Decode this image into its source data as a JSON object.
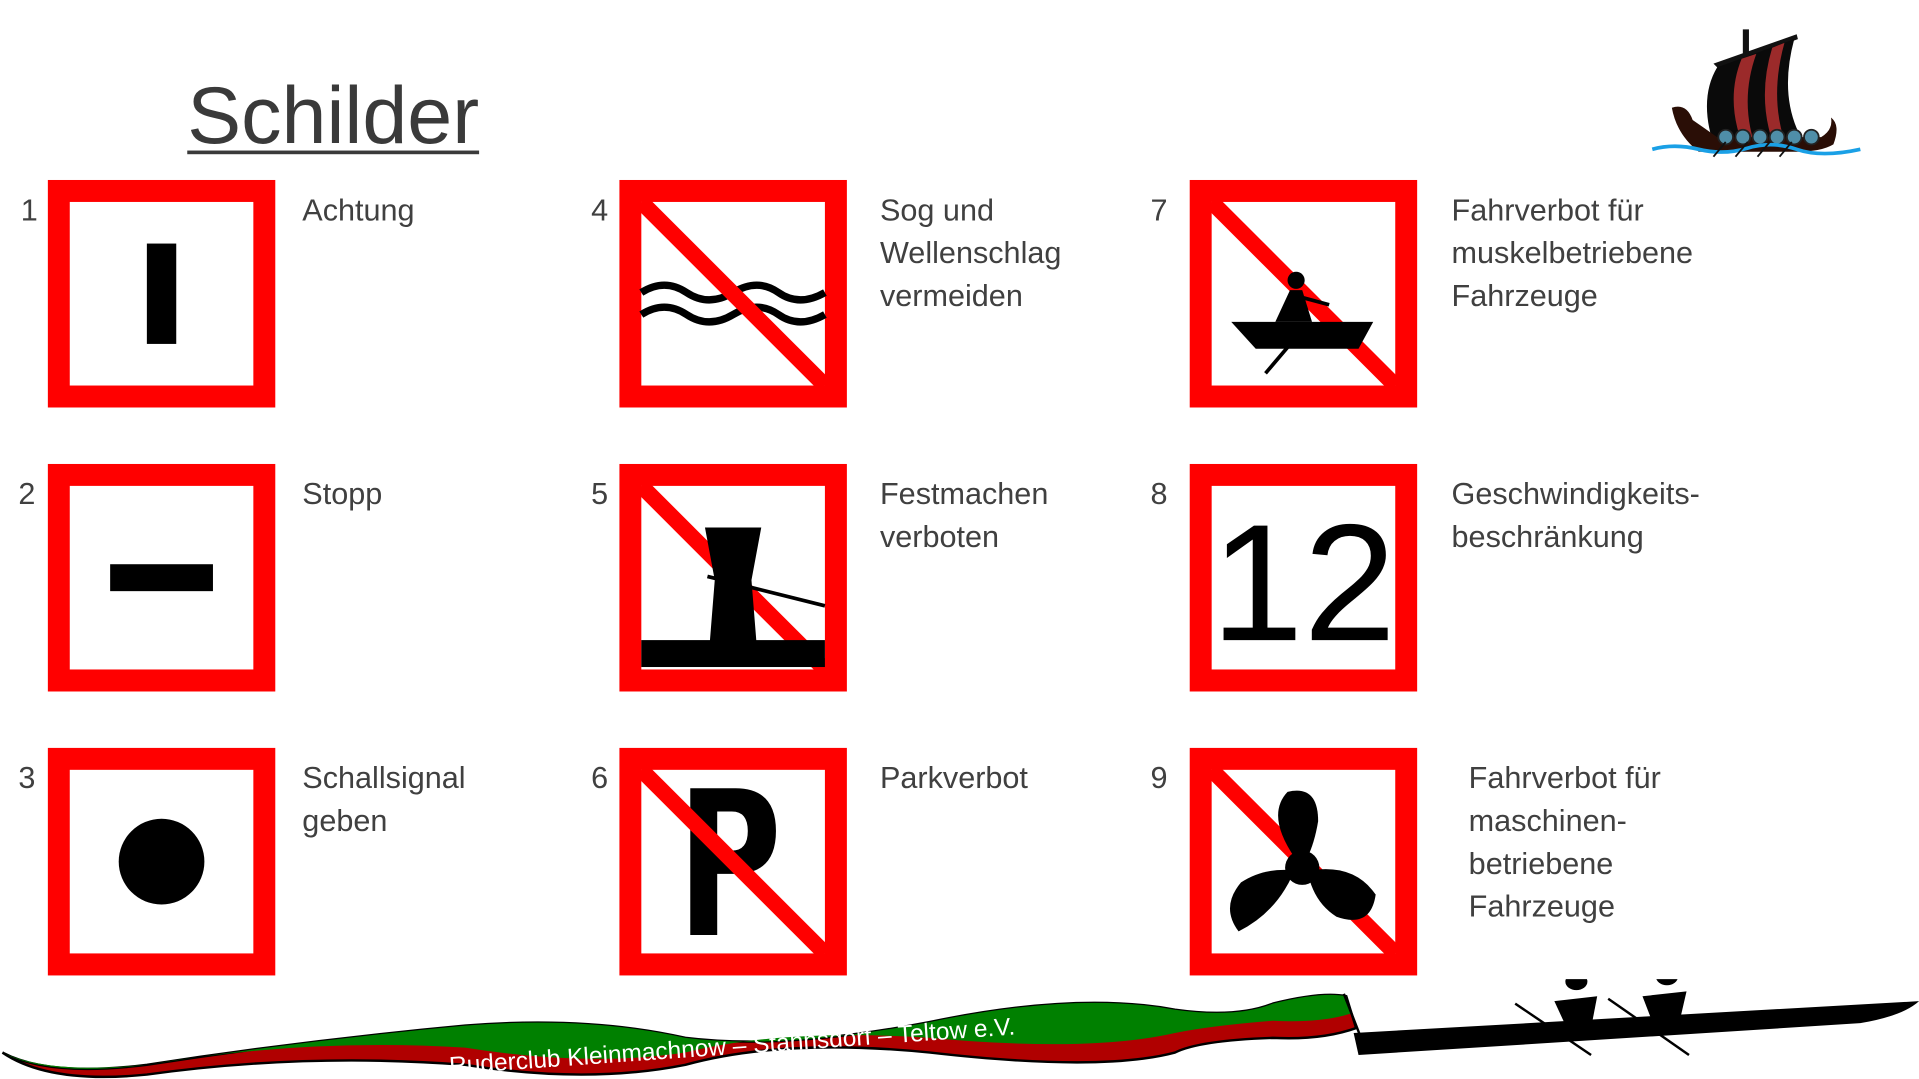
{
  "title": "Schilder",
  "signs": [
    {
      "number": "1",
      "label": "Achtung",
      "icon": "vertical-bar-icon"
    },
    {
      "number": "2",
      "label": "Stopp",
      "icon": "horizontal-bar-icon"
    },
    {
      "number": "3",
      "label": "Schallsignal\ngeben",
      "icon": "dot-icon"
    },
    {
      "number": "4",
      "label": "Sog und\nWellenschlag\nvermeiden",
      "icon": "waves-prohibited-icon"
    },
    {
      "number": "5",
      "label": "Festmachen\nverboten",
      "icon": "bollard-prohibited-icon"
    },
    {
      "number": "6",
      "label": "Parkverbot",
      "icon": "parking-prohibited-icon"
    },
    {
      "number": "7",
      "label": "Fahrverbot für\nmuskelbetriebene\nFahrzeuge",
      "icon": "rowboat-prohibited-icon"
    },
    {
      "number": "8",
      "label": "Geschwindigkeits-\nbeschränkung",
      "icon": "speed-limit-icon",
      "value": "12"
    },
    {
      "number": "9",
      "label": "Fahrverbot für\nmaschinen-\nbetriebene\nFahrzeuge",
      "icon": "propeller-prohibited-icon"
    }
  ],
  "banner": {
    "text": "Ruderclub   Kleinmachnow – Stahnsdorf – Teltow  e.V."
  },
  "colors": {
    "sign_red": "#ff0000",
    "text": "#404040",
    "banner_green": "#008000",
    "banner_red": "#b00000",
    "sail_red": "#9b2a2a",
    "shield_blue": "#4f8ea8"
  }
}
